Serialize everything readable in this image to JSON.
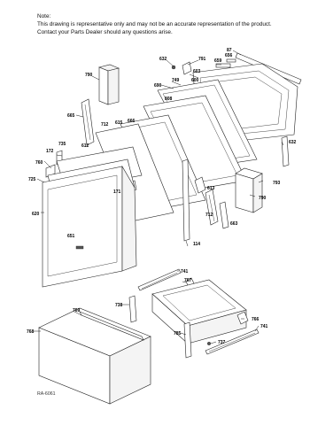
{
  "note": {
    "line1": "Note:",
    "line2": "This drawing is representative only and may not be an accurate representation of the product.",
    "line3": "Contact your Parts Dealer should any questions arise."
  },
  "reference": "RA-6061",
  "callouts": [
    "87",
    "632",
    "791",
    "659",
    "656",
    "790",
    "690",
    "749",
    "603",
    "600",
    "808",
    "665",
    "712",
    "615",
    "666",
    "612",
    "172",
    "735",
    "760",
    "725",
    "620",
    "171",
    "651",
    "613",
    "632",
    "793",
    "790",
    "712",
    "663",
    "114",
    "741",
    "767",
    "738",
    "769",
    "766",
    "768",
    "785",
    "737",
    "741"
  ]
}
